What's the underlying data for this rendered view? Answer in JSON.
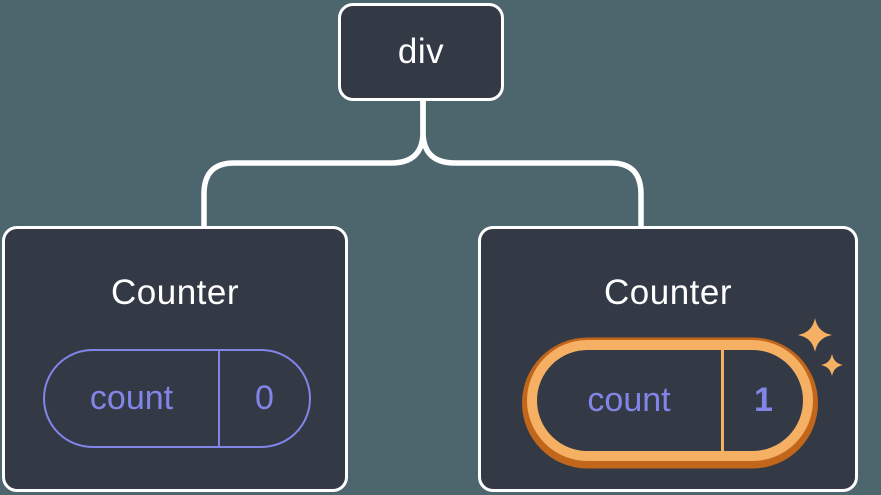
{
  "diagram": {
    "type": "component-tree",
    "colors": {
      "background": "#4d666e",
      "node_fill": "#333a46",
      "node_border": "#ffffff",
      "state_purple": "#8285e8",
      "highlight_orange": "#f5b063",
      "highlight_orange_dark": "#c2661b"
    },
    "root": {
      "label": "div"
    },
    "counters": [
      {
        "title": "Counter",
        "state": {
          "key": "count",
          "value": "0"
        },
        "highlighted": false
      },
      {
        "title": "Counter",
        "state": {
          "key": "count",
          "value": "1"
        },
        "highlighted": true,
        "badge_icon": "sparkles-icon"
      }
    ]
  }
}
